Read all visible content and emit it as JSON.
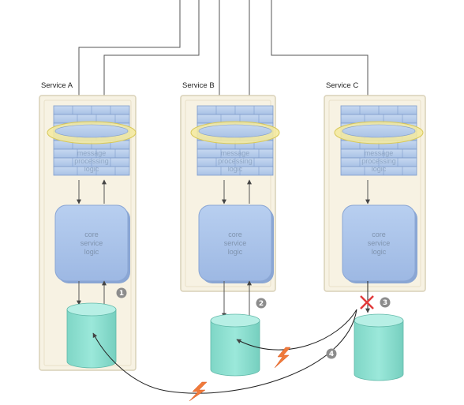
{
  "services": [
    {
      "label": "Service A",
      "mp_lines": [
        "message",
        "processing",
        "logic"
      ],
      "core_lines": [
        "core",
        "service",
        "logic"
      ]
    },
    {
      "label": "Service B",
      "mp_lines": [
        "message",
        "processing",
        "logic"
      ],
      "core_lines": [
        "core",
        "service",
        "logic"
      ]
    },
    {
      "label": "Service C",
      "mp_lines": [
        "message",
        "processing",
        "logic"
      ],
      "core_lines": [
        "core",
        "service",
        "logic"
      ]
    }
  ],
  "markers": [
    "1",
    "2",
    "3",
    "4"
  ],
  "colors": {
    "container_fill": "#f7f2e3",
    "container_stroke": "#d9d1b8",
    "layer_fill": "#b7cdea",
    "layer_stroke": "#7f9ccb",
    "ring_fill": "#f4ea9e",
    "core_fill": "#a9c3ea",
    "db_fill": "#8fe0d2",
    "db_top": "#b7efe5",
    "marker_fill": "#8c8c8c",
    "lightning": "#f07a3a",
    "fail_x": "#e23b3b"
  }
}
